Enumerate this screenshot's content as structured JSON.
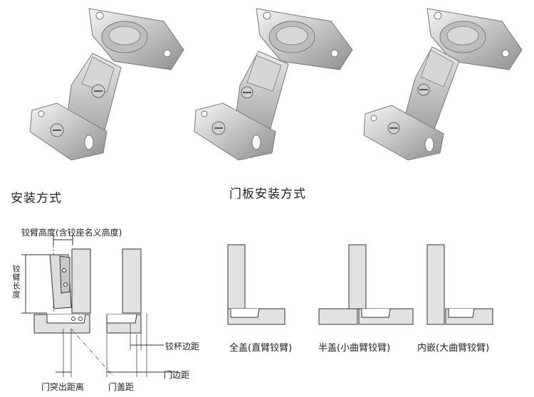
{
  "headings": {
    "install_method": "安装方式",
    "door_install_method": "门板安装方式"
  },
  "install_diagram": {
    "arm_height_label": "铰臂高度(含铰座名义高度)",
    "arm_length_label": "铰臂长度",
    "cup_edge_label": "铰杯边距",
    "door_edge_label": "门边距",
    "door_protrusion_label": "门突出距离",
    "door_overlay_label": "门盖距"
  },
  "door_types": [
    {
      "caption": "全盖(直臂铰臂)"
    },
    {
      "caption": "半盖(小曲臂铰臂)"
    },
    {
      "caption": "内嵌(大曲臂铰臂)"
    }
  ],
  "photos": [
    {
      "name": "full-overlay-hinge-photo"
    },
    {
      "name": "half-overlay-hinge-photo"
    },
    {
      "name": "inset-hinge-photo"
    }
  ]
}
